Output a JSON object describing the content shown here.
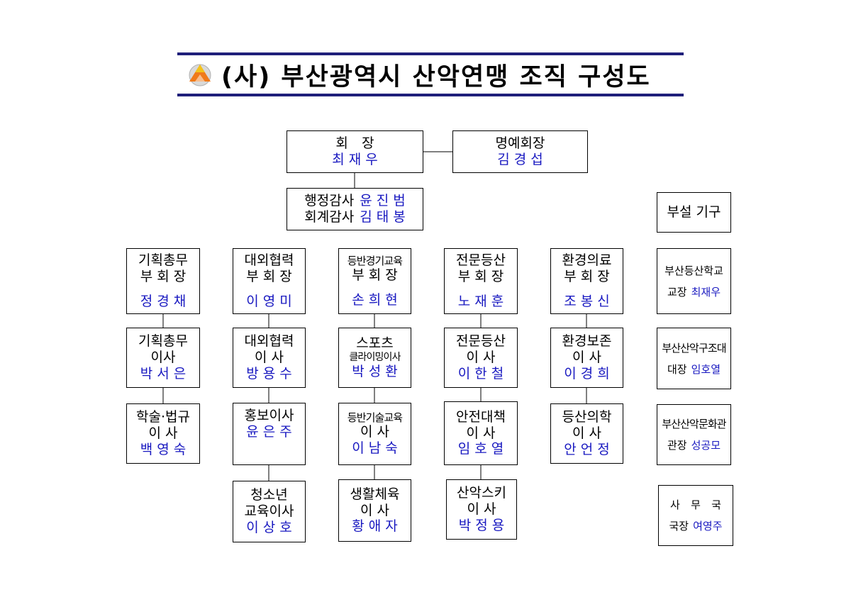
{
  "title": "(사) 부산광역시 산악연맹 조직 구성도",
  "colors": {
    "rule": "#1f1f7a",
    "label": "#000000",
    "name": "#1818c0"
  },
  "icons": {
    "logo": "mountain-emblem-icon"
  },
  "top": {
    "president": {
      "label": "회 장",
      "name": "최 재 우"
    },
    "honorary": {
      "label": "명예회장",
      "name": "김 경 섭"
    },
    "auditors": [
      {
        "label": "행정감사",
        "name": "윤 진 범"
      },
      {
        "label": "회계감사",
        "name": "김 태 봉"
      }
    ]
  },
  "columns": [
    {
      "vp": {
        "label1": "기획총무",
        "label2": "부 회 장",
        "name": "정 경 채"
      },
      "directors": [
        {
          "label1": "기획총무",
          "label2": "이사",
          "name": "박 서 은"
        },
        {
          "label1": "학술·법규",
          "label2": "이 사",
          "name": "백 영 숙"
        }
      ]
    },
    {
      "vp": {
        "label1": "대외협력",
        "label2": "부 회 장",
        "name": "이 영 미"
      },
      "directors": [
        {
          "label1": "대외협력",
          "label2": "이 사",
          "name": "방 용 수"
        },
        {
          "label1": "홍보이사",
          "name": "윤 은 주"
        },
        {
          "label1": "청소년",
          "label2": "교육이사",
          "name": "이 상 호"
        }
      ]
    },
    {
      "vp": {
        "label1": "등반경기교육",
        "label2": "부 회 장",
        "name": "손 희 현"
      },
      "directors": [
        {
          "label1": "스포츠",
          "label2": "클라이밍이사",
          "name": "박 성 환"
        },
        {
          "label1": "등반기술교육",
          "label2": "이 사",
          "name": "이 남 숙"
        },
        {
          "label1": "생활체육",
          "label2": "이 사",
          "name": "황 애 자"
        }
      ]
    },
    {
      "vp": {
        "label1": "전문등산",
        "label2": "부 회 장",
        "name": "노 재 훈"
      },
      "directors": [
        {
          "label1": "전문등산",
          "label2": "이 사",
          "name": "이 한 철"
        },
        {
          "label1": "안전대책",
          "label2": "이 사",
          "name": "임 호 열"
        },
        {
          "label1": "산악스키",
          "label2": "이 사",
          "name": "박 정 용"
        }
      ]
    },
    {
      "vp": {
        "label1": "환경의료",
        "label2": "부 회 장",
        "name": "조 봉 신"
      },
      "directors": [
        {
          "label1": "환경보존",
          "label2": "이 사",
          "name": "이 경 희"
        },
        {
          "label1": "등산의학",
          "label2": "이 사",
          "name": "안 언 정"
        }
      ]
    }
  ],
  "affiliated": {
    "header": "부설 기구",
    "items": [
      {
        "org": "부산등산학교",
        "role": "교장",
        "name": "최재우"
      },
      {
        "org": "부산산악구조대",
        "role": "대장",
        "name": "임호열"
      },
      {
        "org": "부산산악문화관",
        "role": "관장",
        "name": "성공모"
      },
      {
        "org": "사 무 국",
        "role": "국장",
        "name": "여영주"
      }
    ]
  }
}
